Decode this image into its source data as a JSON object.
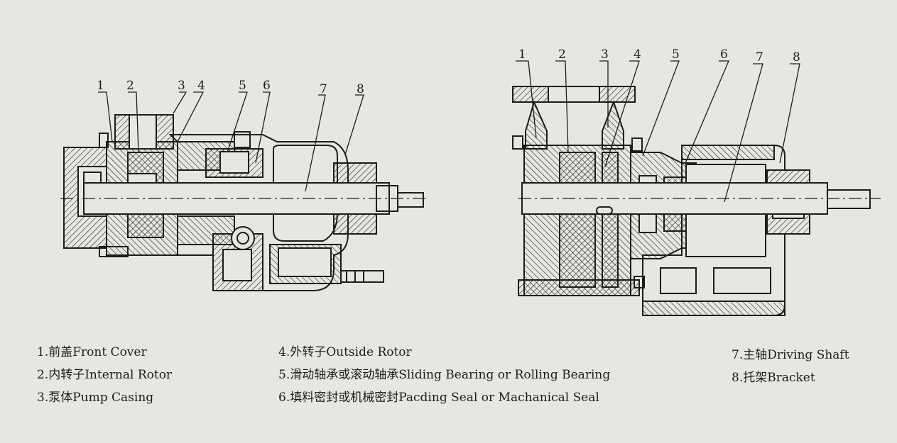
{
  "callouts": {
    "left": [
      "1",
      "2",
      "3",
      "4",
      "5",
      "6",
      "7",
      "8"
    ],
    "right": [
      "1",
      "2",
      "3",
      "4",
      "5",
      "6",
      "7",
      "8"
    ]
  },
  "legend": [
    "1.前盖Front Cover",
    "2.内转子Internal Rotor",
    "3.泵体Pump Casing",
    "4.外转子Outside Rotor",
    "5.滑动轴承或滚动轴承Sliding Bearing or Rolling Bearing",
    "6.填料密封或机械密封Pacding Seal or Machanical Seal",
    "7.主轴Driving Shaft",
    "8.托架Bracket"
  ],
  "colors": {
    "paper": "#e7e7e2",
    "ink": "#1c1c1c"
  }
}
